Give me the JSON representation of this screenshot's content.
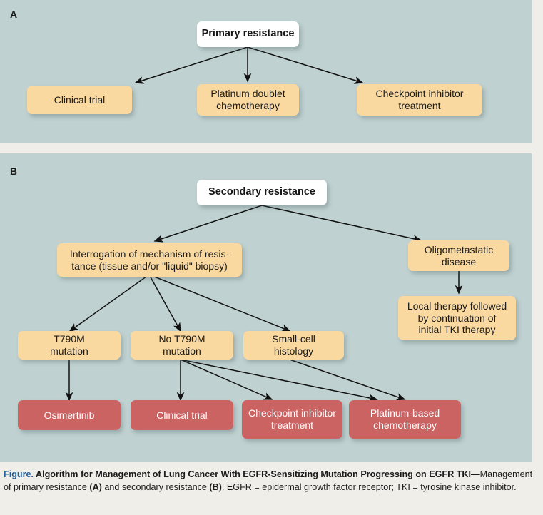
{
  "figure": {
    "panel_a": {
      "label": "A",
      "root": {
        "text": "Primary resistance"
      },
      "options": [
        {
          "text": "Clinical trial"
        },
        {
          "text": "Platinum doublet\nchemotherapy"
        },
        {
          "text": "Checkpoint inhibitor\ntreatment"
        }
      ]
    },
    "panel_b": {
      "label": "B",
      "root": {
        "text": "Secondary resistance"
      },
      "branch_left": {
        "text": "Interrogation of mechanism of resis-\ntance (tissue and/or \"liquid\" biopsy)"
      },
      "branch_right": {
        "text": "Oligometastatic\ndisease"
      },
      "right_followup": {
        "text": "Local therapy followed\nby continuation of\ninitial TKI therapy"
      },
      "mid_nodes": [
        {
          "text": "T790M\nmutation"
        },
        {
          "text": "No  T790M\nmutation"
        },
        {
          "text": "Small-cell\nhistology"
        }
      ],
      "treatments": [
        {
          "text": "Osimertinib"
        },
        {
          "text": "Clinical trial"
        },
        {
          "text": "Checkpoint inhibitor\ntreatment"
        },
        {
          "text": "Platinum-based\nchemotherapy"
        }
      ]
    },
    "caption": {
      "figure_word": "Figure.",
      "title": " Algorithm for Management of Lung Cancer With EGFR-Sensitizing Mutation Progressing on EGFR TKI—",
      "body_1": "Management of primary resistance ",
      "ref_a": "(A)",
      "body_2": " and secondary resistance ",
      "ref_b": "(B)",
      "body_3": ". EGFR = epidermal growth factor receptor; TKI = tyrosine kinase inhibitor."
    },
    "colors": {
      "page_background": "#efeee8",
      "panel_background": "#bfd1d0",
      "node_tan": "#fad9a0",
      "node_red": "#cc6363",
      "node_root": "#ffffff",
      "arrow": "#111111",
      "caption_accent": "#1f5f9e"
    }
  }
}
